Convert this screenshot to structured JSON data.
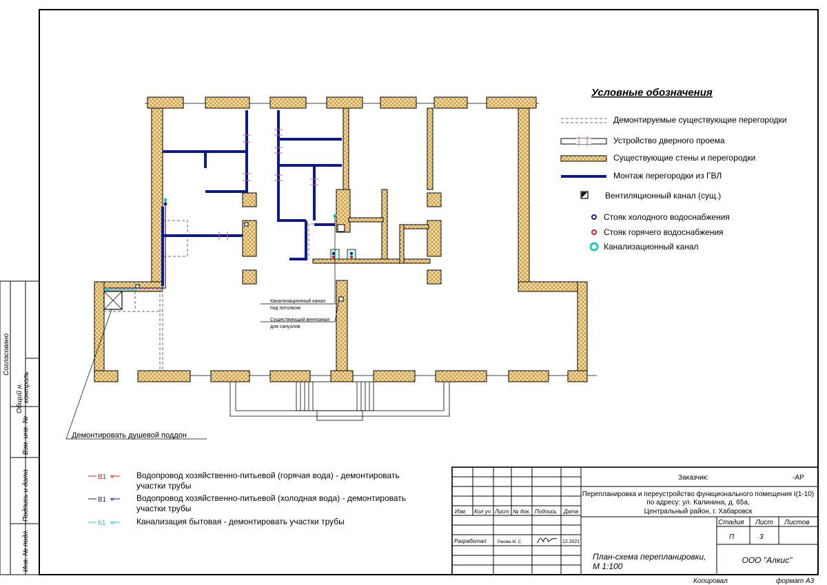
{
  "legend": {
    "title": "Условные обозначения",
    "items": [
      "Демонтируемые существующие перегородки",
      "Устройство дверного проема",
      "Существующие стены и перегородки",
      "Монтаж перегородки из ГВЛ",
      "Вентиляционный канал (сущ.)",
      "Стояк холодного водоснабжения",
      "Стояк горячего водоснабжения",
      "Канализационный канал"
    ]
  },
  "annotations": {
    "sewer_channel_1": "Канализационный канал",
    "sewer_channel_2": "под потолком",
    "vent_1": "Существующий вентканал",
    "vent_2": "для санузлов",
    "shower": "Демонтировать душевой поддон"
  },
  "pipes": [
    {
      "code": "В1",
      "text_1": "Водопровод хозяйственно-питьевой (горячая вода) - демонтировать",
      "text_2": "участки трубы",
      "color": "#d22222"
    },
    {
      "code": "В1",
      "text_1": "Водопровод хозяйственно-питьевой (холодная вода) - демонтировать",
      "text_2": "участки трубы",
      "color": "#1a1a9a"
    },
    {
      "code": "К1",
      "text_1": "Канализация бытовая - демонтировать участки трубы",
      "text_2": "",
      "color": "#22c8c8"
    }
  ],
  "side_stamp": [
    "Согласовано",
    "Общий н.",
    "контроль",
    "Взм. инв. №",
    "Подпись и дата",
    "Инв. № подл."
  ],
  "title_block": {
    "customer_label": "Заказчик:",
    "customer_value": "-АР",
    "project_1": "Перепланировка и переустройство функционального помещения I(1-10)",
    "project_2": "по адресу: ул. Калинина, д. 65а,",
    "project_3": "Центральный район, г. Хабаровск",
    "headers": [
      "Изм.",
      "Кол уч",
      "Лист",
      "№ док.",
      "Подпись",
      "Дата"
    ],
    "stage_label": "Стадия",
    "sheet_label": "Лист",
    "sheets_label": "Листов",
    "stage": "П",
    "sheet": "3",
    "developed_label": "Разработал",
    "developer": "Ракова М. С.",
    "date": "12.2021",
    "drawing_1": "План-схема перепланировки,",
    "drawing_2": "М 1:100",
    "company": "ООО \"Алкис\""
  },
  "footer": {
    "copied": "Копировал",
    "format": "формат А3"
  },
  "colors": {
    "wall": "#f3d9ad",
    "gvl": "#0f1a8a",
    "door": "#e06060",
    "hot": "#d22222",
    "cold": "#1a1a9a",
    "sewer": "#22c8c8"
  }
}
